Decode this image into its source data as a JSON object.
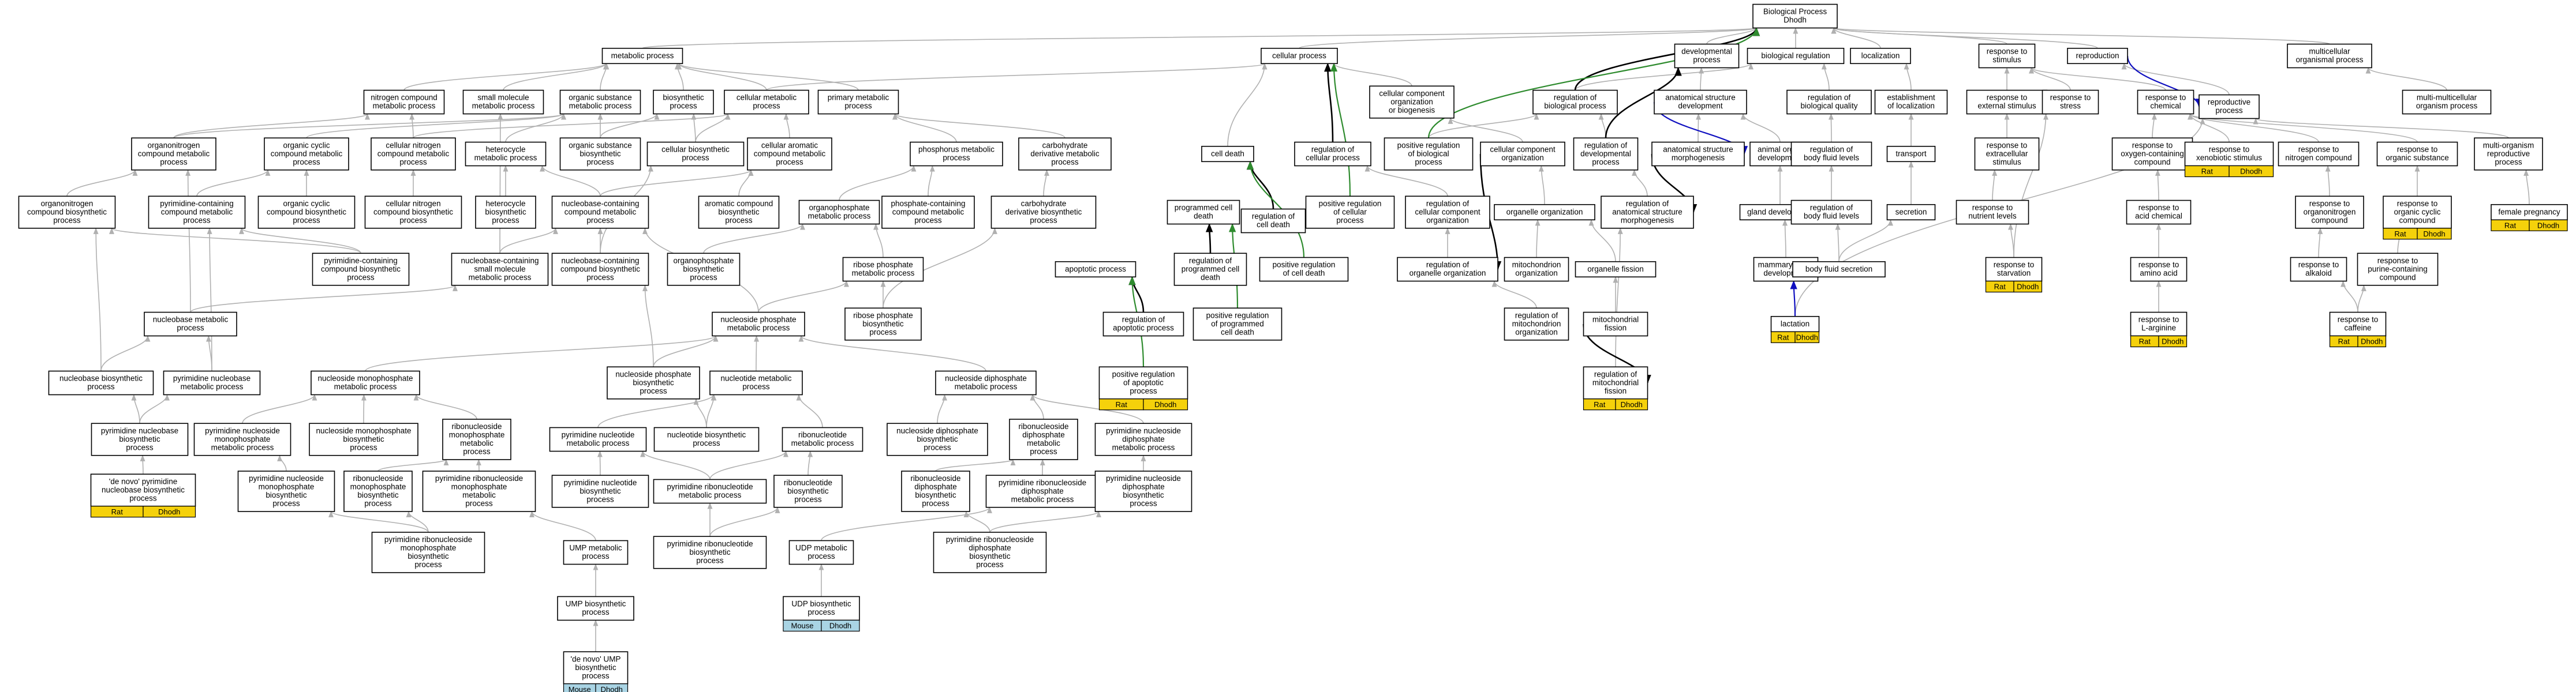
{
  "colors": {
    "rat": "#f5d10b",
    "mouse": "#a9d4e4",
    "gray": "#b0b0b0",
    "green": "#2e8b2e",
    "blue": "#1010c0"
  },
  "nodes": {
    "bp": [
      "Biological Process",
      "Dhodh"
    ],
    "met": [
      "metabolic process"
    ],
    "cel": [
      "cellular process"
    ],
    "dev": [
      "developmental",
      "process"
    ],
    "breg": [
      "biological regulation"
    ],
    "loc": [
      "localization"
    ],
    "rts": [
      "response to",
      "stimulus"
    ],
    "rep": [
      "reproduction"
    ],
    "mco": [
      "multicellular",
      "organismal process"
    ],
    "nitro": [
      "nitrogen compound",
      "metabolic process"
    ],
    "smm": [
      "small molecule",
      "metabolic process"
    ],
    "osm": [
      "organic substance",
      "metabolic process"
    ],
    "biosyn": [
      "biosynthetic",
      "process"
    ],
    "cmp": [
      "cellular metabolic",
      "process"
    ],
    "pmp": [
      "primary metabolic",
      "process"
    ],
    "ccob": [
      "cellular component",
      "organization",
      "or biogenesis"
    ],
    "rbp": [
      "regulation of",
      "biological process"
    ],
    "asd": [
      "anatomical structure",
      "development"
    ],
    "rbq": [
      "regulation of",
      "biological quality"
    ],
    "eol": [
      "establishment",
      "of localization"
    ],
    "rexs": [
      "response to",
      "external stimulus"
    ],
    "rstr": [
      "response to",
      "stress"
    ],
    "rchem": [
      "response to",
      "chemical"
    ],
    "reprod": [
      "reproductive",
      "process"
    ],
    "mmrp": [
      "multi-multicellular",
      "organism process"
    ],
    "onm": [
      "organonitrogen",
      "compound metabolic",
      "process"
    ],
    "occm": [
      "organic cyclic",
      "compound metabolic",
      "process"
    ],
    "cncm": [
      "cellular nitrogen",
      "compound metabolic",
      "process"
    ],
    "hetm": [
      "heterocycle",
      "metabolic process"
    ],
    "osb": [
      "organic substance",
      "biosynthetic",
      "process"
    ],
    "cbp": [
      "cellular biosynthetic",
      "process"
    ],
    "cacm": [
      "cellular aromatic",
      "compound metabolic",
      "process"
    ],
    "phosm": [
      "phosphorus metabolic",
      "process"
    ],
    "cdmp": [
      "carbohydrate",
      "derivative metabolic",
      "process"
    ],
    "cd": [
      "cell death"
    ],
    "rcp": [
      "regulation of",
      "cellular process"
    ],
    "prbp": [
      "positive regulation",
      "of biological",
      "process"
    ],
    "cco": [
      "cellular component",
      "organization"
    ],
    "rdp": [
      "regulation of",
      "developmental",
      "process"
    ],
    "asm": [
      "anatomical structure",
      "morphogenesis"
    ],
    "aod": [
      "animal organ",
      "development"
    ],
    "rtbfl": [
      "regulation of",
      "body fluid levels"
    ],
    "transp": [
      "transport"
    ],
    "rexsl": [
      "response to",
      "extracellular",
      "stimulus"
    ],
    "rocc": [
      "response to",
      "oxygen-containing",
      "compound"
    ],
    "rxs": [
      "response to",
      "xenobiotic stimulus"
    ],
    "rnc": [
      "response to",
      "nitrogen compound"
    ],
    "ros": [
      "response to",
      "organic substance"
    ],
    "mrp": [
      "multi-organism",
      "reproductive",
      "process"
    ],
    "onb": [
      "organonitrogen",
      "compound biosynthetic",
      "process"
    ],
    "pycm": [
      "pyrimidine-containing",
      "compound metabolic",
      "process"
    ],
    "occb": [
      "organic cyclic",
      "compound biosynthetic",
      "process"
    ],
    "cncb": [
      "cellular nitrogen",
      "compound biosynthetic",
      "process"
    ],
    "hetb": [
      "heterocycle",
      "biosynthetic",
      "process"
    ],
    "nbcm": [
      "nucleobase-containing",
      "compound metabolic",
      "process"
    ],
    "acb": [
      "aromatic compound",
      "biosynthetic",
      "process"
    ],
    "opm": [
      "organophosphate",
      "metabolic process"
    ],
    "pcm": [
      "phosphate-containing",
      "compound metabolic",
      "process"
    ],
    "cdbp": [
      "carbohydrate",
      "derivative biosynthetic",
      "process"
    ],
    "pcd": [
      "programmed cell",
      "death"
    ],
    "rcd": [
      "regulation of",
      "cell death"
    ],
    "prcp": [
      "positive regulation",
      "of cellular",
      "process"
    ],
    "rcco": [
      "regulation of",
      "cellular component",
      "organization"
    ],
    "oo": [
      "organelle organization"
    ],
    "rasm": [
      "regulation of",
      "anatomical structure",
      "morphogenesis"
    ],
    "gd": [
      "gland development"
    ],
    "rtbfl2": [
      "regulation of",
      "body fluid levels"
    ],
    "secr": [
      "secretion"
    ],
    "rtnl": [
      "response to",
      "nutrient levels"
    ],
    "rac": [
      "response to",
      "acid chemical"
    ],
    "rorc": [
      "response to",
      "organonitrogen",
      "compound"
    ],
    "rocyc": [
      "response to",
      "organic cyclic",
      "compound"
    ],
    "fp": [
      "female pregnancy"
    ],
    "pycb": [
      "pyrimidine-containing",
      "compound biosynthetic",
      "process"
    ],
    "nbsm": [
      "nucleobase-containing",
      "small molecule",
      "metabolic process"
    ],
    "nbcb": [
      "nucleobase-containing",
      "compound biosynthetic",
      "process"
    ],
    "opb": [
      "organophosphate",
      "biosynthetic",
      "process"
    ],
    "ribpm": [
      "ribose phosphate",
      "metabolic process"
    ],
    "apop": [
      "apoptotic process"
    ],
    "rpcd": [
      "regulation of",
      "programmed cell",
      "death"
    ],
    "prcd": [
      "positive regulation",
      "of cell death"
    ],
    "roo": [
      "regulation of",
      "organelle organization"
    ],
    "mito": [
      "mitochondrion",
      "organization"
    ],
    "ofis": [
      "organelle fission"
    ],
    "mgd": [
      "mammary gland",
      "development"
    ],
    "bfs": [
      "body fluid secretion"
    ],
    "rtstarv": [
      "response to",
      "starvation"
    ],
    "raa": [
      "response to",
      "amino acid"
    ],
    "ralk": [
      "response to",
      "alkaloid"
    ],
    "rpur": [
      "response to",
      "purine-containing",
      "compound"
    ],
    "nbmp": [
      "nucleobase metabolic",
      "process"
    ],
    "ntpm": [
      "nucleoside phosphate",
      "metabolic process"
    ],
    "ribpb": [
      "ribose phosphate",
      "biosynthetic",
      "process"
    ],
    "rap": [
      "regulation of",
      "apoptotic process"
    ],
    "prpcd": [
      "positive regulation",
      "of programmed",
      "cell death"
    ],
    "rmo": [
      "regulation of",
      "mitochondrion",
      "organization"
    ],
    "mfis": [
      "mitochondrial",
      "fission"
    ],
    "lact": [
      "lactation"
    ],
    "rlarg": [
      "response to",
      "L-arginine"
    ],
    "rcaf": [
      "response to",
      "caffeine"
    ],
    "nbb": [
      "nucleobase biosynthetic",
      "process"
    ],
    "pnm": [
      "pyrimidine nucleobase",
      "metabolic process"
    ],
    "nmpm": [
      "nucleoside monophosphate",
      "metabolic process"
    ],
    "ntpb": [
      "nucleoside phosphate",
      "biosynthetic",
      "process"
    ],
    "ntm": [
      "nucleotide metabolic",
      "process"
    ],
    "ndpm": [
      "nucleoside diphosphate",
      "metabolic process"
    ],
    "prap": [
      "positive regulation",
      "of apoptotic",
      "process"
    ],
    "rmfis": [
      "regulation of",
      "mitochondrial",
      "fission"
    ],
    "pnb": [
      "pyrimidine nucleobase",
      "biosynthetic",
      "process"
    ],
    "pnmpm": [
      "pyrimidine nucleoside",
      "monophosphate",
      "metabolic process"
    ],
    "nmpb": [
      "nucleoside monophosphate",
      "biosynthetic",
      "process"
    ],
    "rnmpm": [
      "ribonucleoside",
      "monophosphate",
      "metabolic",
      "process"
    ],
    "pntm": [
      "pyrimidine nucleotide",
      "metabolic process"
    ],
    "ntb": [
      "nucleotide biosynthetic",
      "process"
    ],
    "rntm": [
      "ribonucleotide",
      "metabolic process"
    ],
    "ndpb": [
      "nucleoside diphosphate",
      "biosynthetic",
      "process"
    ],
    "rndpm": [
      "ribonucleoside",
      "diphosphate",
      "metabolic",
      "process"
    ],
    "pndpm": [
      "pyrimidine nucleoside",
      "diphosphate",
      "metabolic process"
    ],
    "dnpnb": [
      "'de novo' pyrimidine",
      "nucleobase biosynthetic",
      "process"
    ],
    "pnmpb": [
      "pyrimidine nucleoside",
      "monophosphate",
      "biosynthetic",
      "process"
    ],
    "rnmpb": [
      "ribonucleoside",
      "monophosphate",
      "biosynthetic",
      "process"
    ],
    "prnmpm": [
      "pyrimidine ribonucleoside",
      "monophosphate",
      "metabolic",
      "process"
    ],
    "pntb": [
      "pyrimidine nucleotide",
      "biosynthetic",
      "process"
    ],
    "prntm": [
      "pyrimidine ribonucleotide",
      "metabolic process"
    ],
    "rntb": [
      "ribonucleotide",
      "biosynthetic",
      "process"
    ],
    "rndpb": [
      "ribonucleoside",
      "diphosphate",
      "biosynthetic",
      "process"
    ],
    "prndpm": [
      "pyrimidine ribonucleoside",
      "diphosphate",
      "metabolic process"
    ],
    "pndpb": [
      "pyrimidine nucleoside",
      "diphosphate",
      "biosynthetic",
      "process"
    ],
    "prnmpb": [
      "pyrimidine ribonucleoside",
      "monophosphate",
      "biosynthetic",
      "process"
    ],
    "ump": [
      "UMP metabolic",
      "process"
    ],
    "prntb": [
      "pyrimidine ribonucleotide",
      "biosynthetic",
      "process"
    ],
    "udp": [
      "UDP metabolic",
      "process"
    ],
    "prndpb": [
      "pyrimidine ribonucleoside",
      "diphosphate",
      "biosynthetic",
      "process"
    ],
    "umpb": [
      "UMP biosynthetic",
      "process"
    ],
    "udpb": [
      "UDP biosynthetic",
      "process"
    ],
    "dnumpb": [
      "'de novo' UMP",
      "biosynthetic",
      "process"
    ]
  },
  "tags": {
    "dnpnb": [
      "Rat",
      "Dhodh"
    ],
    "dnumpb": [
      "Mouse",
      "Dhodh"
    ],
    "udpb": [
      "Mouse",
      "Dhodh"
    ],
    "prap": [
      "Rat",
      "Dhodh"
    ],
    "rmfis": [
      "Rat",
      "Dhodh"
    ],
    "lact": [
      "Rat",
      "Dhodh"
    ],
    "rtstarv": [
      "Rat",
      "Dhodh"
    ],
    "rxs": [
      "Rat",
      "Dhodh"
    ],
    "rocyc": [
      "Rat",
      "Dhodh"
    ],
    "fp": [
      "Rat",
      "Dhodh"
    ],
    "rlarg": [
      "Rat",
      "Dhodh"
    ],
    "rcaf": [
      "Rat",
      "Dhodh"
    ]
  }
}
